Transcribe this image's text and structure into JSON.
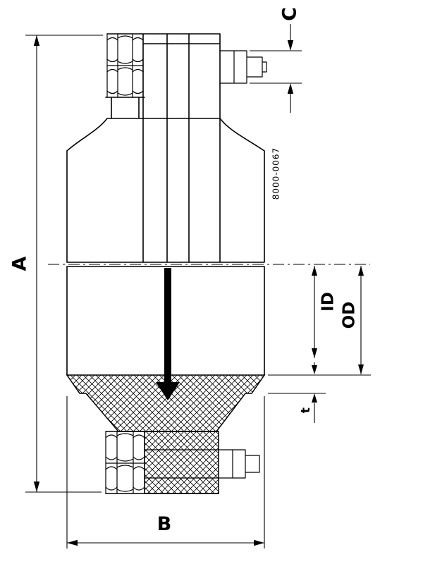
{
  "part_number": "8000-0067",
  "dimensions": {
    "overall_height_label": "A",
    "flange_width_label": "B",
    "projection_label": "C",
    "inner_diameter_label": "ID",
    "outer_diameter_label": "OD",
    "thickness_label": "t"
  },
  "colors": {
    "line": "#000000",
    "background": "#ffffff",
    "flow_arrow_fill": "#000000"
  }
}
